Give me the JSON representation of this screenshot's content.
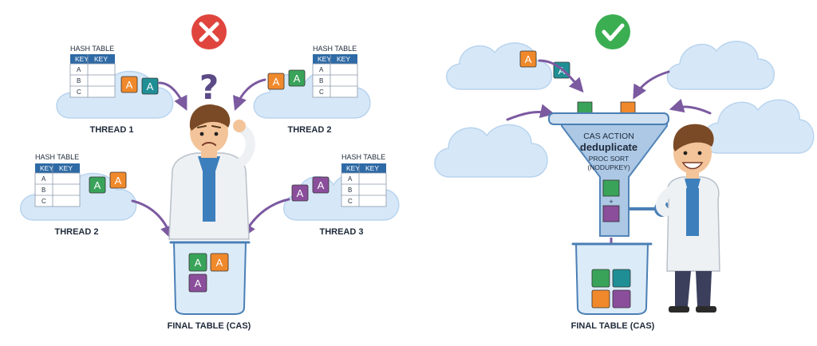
{
  "colors": {
    "cloud": "#d6e8f8",
    "cloud_edge": "#b9d4ee",
    "table_header": "#2e6aa5",
    "arrow": "#7b5aa0",
    "orange": "#f0892b",
    "teal": "#1f8f95",
    "green": "#39a35a",
    "purple": "#8a4e9b",
    "wrong": "#e0453d",
    "right": "#3cae52",
    "question": "#5b4a86"
  },
  "icons": {
    "wrong": "cross-mark-icon",
    "right": "check-mark-icon",
    "confused": "question-mark-icon"
  },
  "table": {
    "title": "HASH TABLE",
    "headers": [
      "KEY",
      "KEY"
    ],
    "rows": [
      "A",
      "B",
      "C"
    ]
  },
  "left": {
    "threads": [
      {
        "label": "THREAD 1",
        "blocks": [
          "A",
          "A"
        ]
      },
      {
        "label": "THREAD 2",
        "blocks": [
          "A",
          "A"
        ]
      },
      {
        "label": "THREAD 2",
        "blocks": [
          "A",
          "A"
        ]
      },
      {
        "label": "THREAD 3",
        "blocks": [
          "A",
          "A"
        ]
      }
    ],
    "final_blocks": [
      "A",
      "A",
      "A"
    ],
    "final_label": "FINAL TABLE (CAS)"
  },
  "right": {
    "incoming_blocks": [
      "A",
      "A"
    ],
    "funnel": {
      "title": "CAS ACTION",
      "action": "deduplicate",
      "line1": "PROC SORT",
      "line2": "(NODUPKEY)",
      "plus": "+"
    },
    "final_label": "FINAL TABLE (CAS)"
  }
}
